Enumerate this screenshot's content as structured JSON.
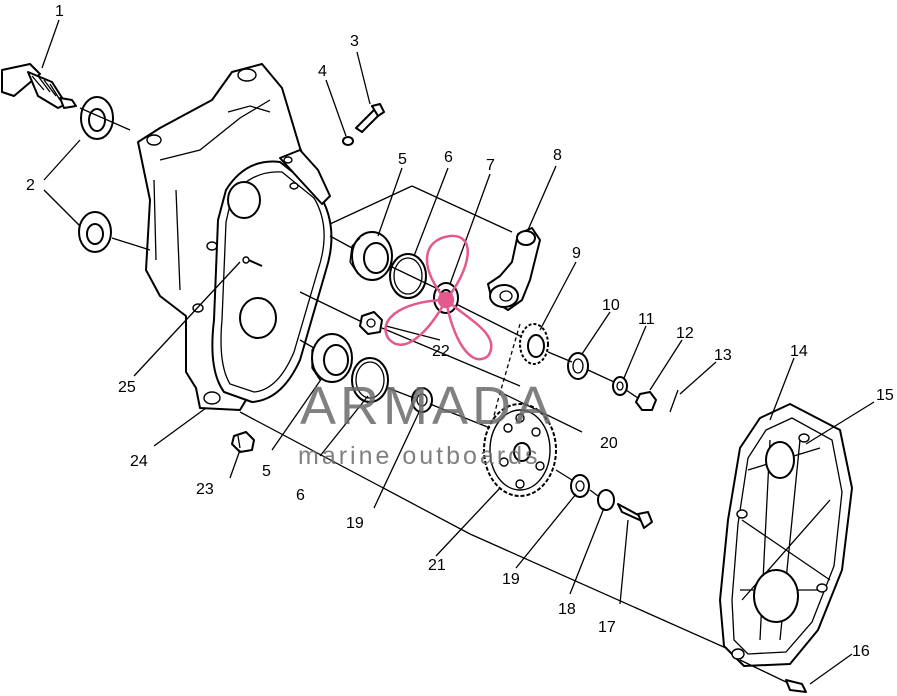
{
  "watermark": {
    "brand": "ARMADA",
    "tagline": "marine outboards",
    "logo_color": "#e35a8f",
    "text_color": "#6a6a6a"
  },
  "callouts": {
    "c1": "1",
    "c2": "2",
    "c3": "3",
    "c4": "4",
    "c5a": "5",
    "c5b": "5",
    "c6a": "6",
    "c6b": "6",
    "c7": "7",
    "c8": "8",
    "c9": "9",
    "c10": "10",
    "c11": "11",
    "c12": "12",
    "c13": "13",
    "c14": "14",
    "c15": "15",
    "c16": "16",
    "c17": "17",
    "c18": "18",
    "c19a": "19",
    "c19b": "19",
    "c20": "20",
    "c21": "21",
    "c22": "22",
    "c23": "23",
    "c24": "24",
    "c25": "25"
  }
}
